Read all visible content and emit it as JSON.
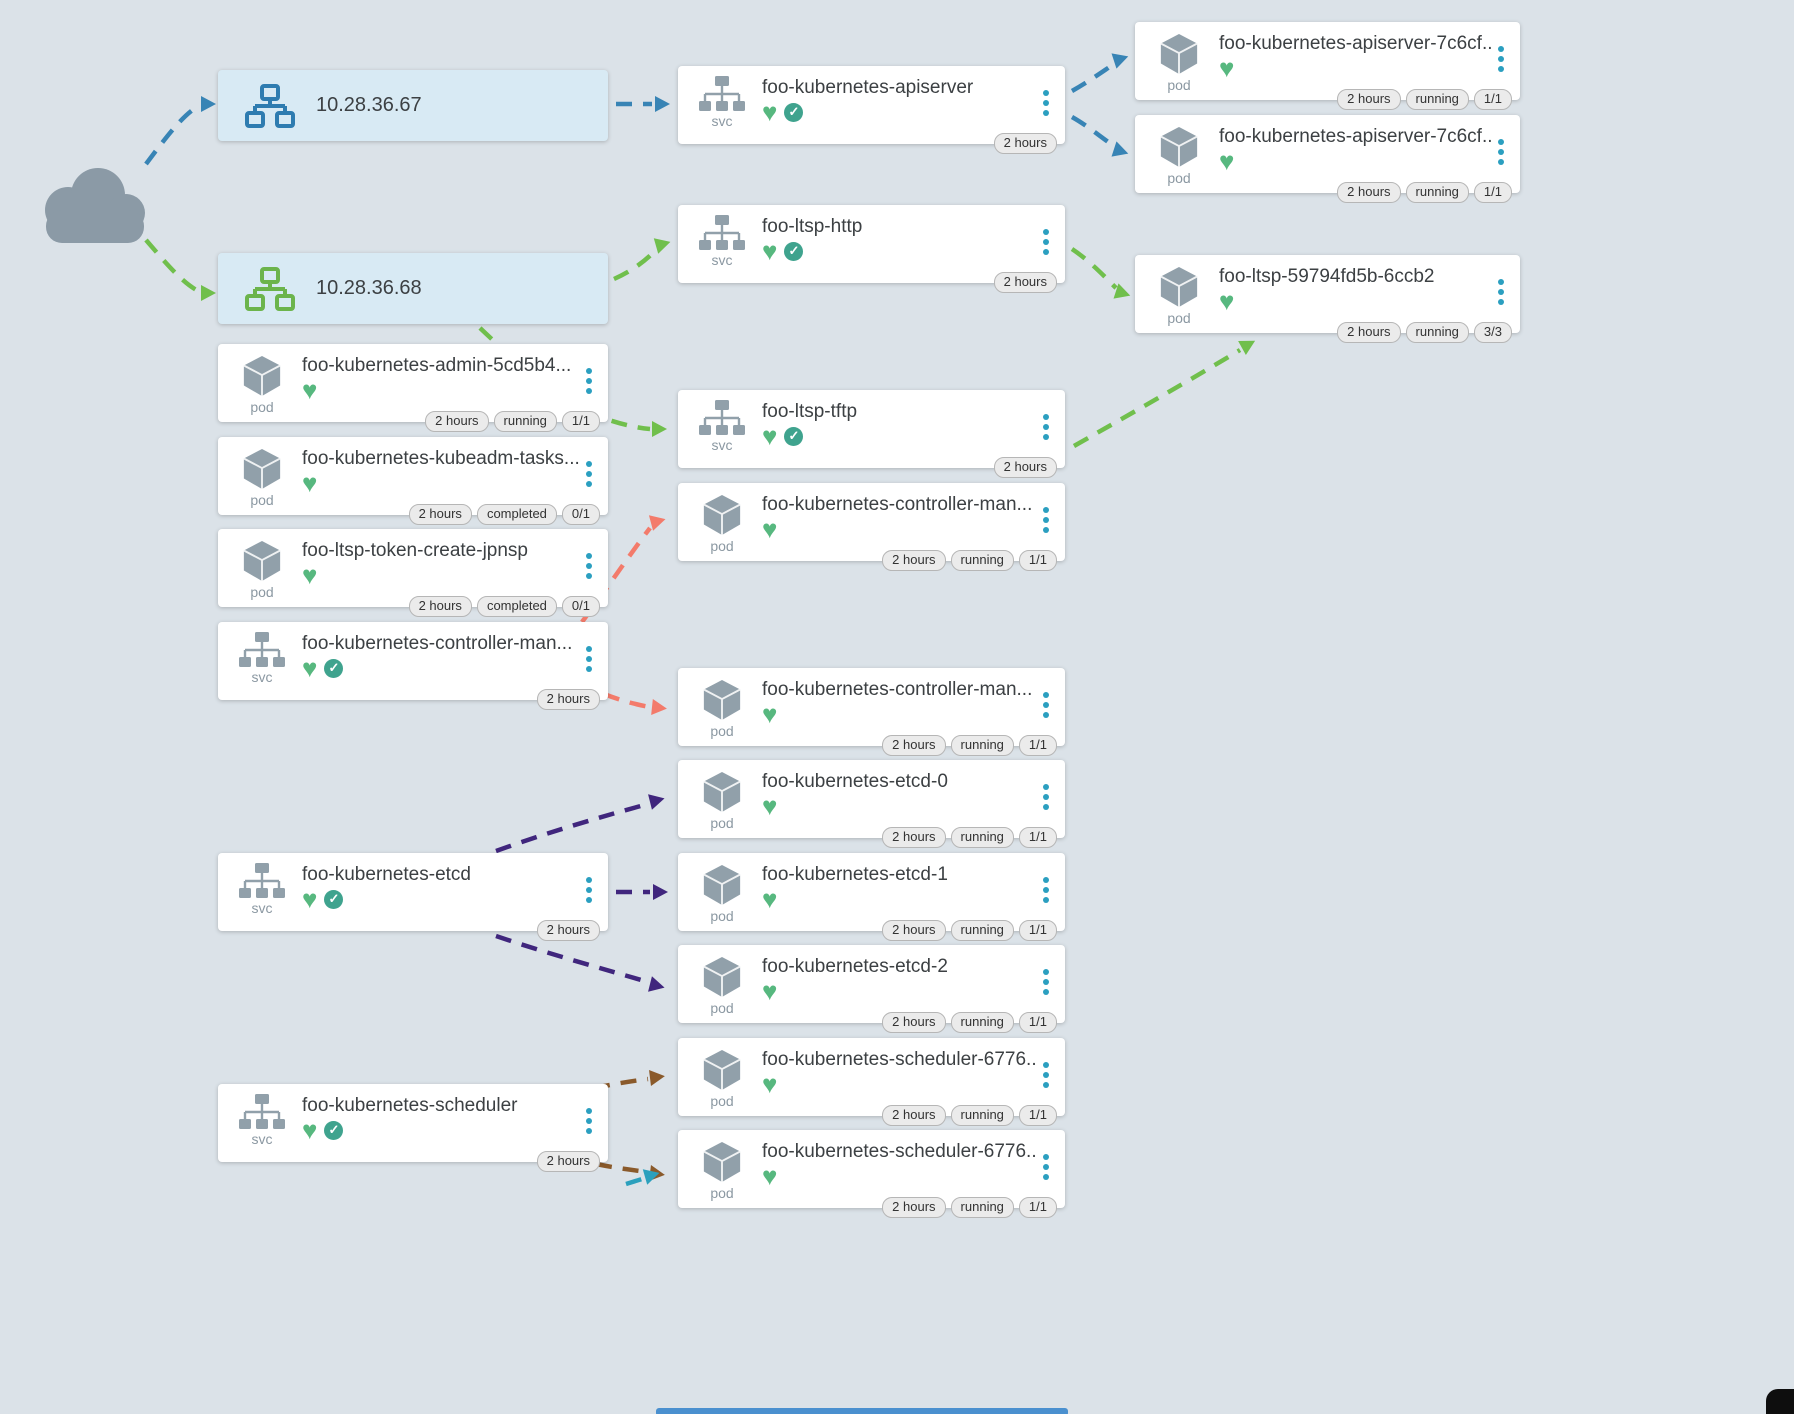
{
  "labels": {
    "svc": "svc",
    "pod": "pod"
  },
  "icons": {
    "heart": "♥",
    "check": "✓"
  },
  "colors": {
    "edge_blue": "#3884b5",
    "edge_green": "#70bf4c",
    "edge_red": "#f37b6b",
    "edge_purple": "#40267d",
    "edge_brown": "#8a5a2b",
    "edge_teal": "#2ba0bd",
    "heart_green": "#57b87f",
    "check_teal": "#3fa38e",
    "kebab_teal": "#2b9fc0",
    "node_icon_blue": "#2e7cb0",
    "node_icon_green": "#6cb44c",
    "gray_icon": "#91a0aa",
    "partial_card_blue": "#4a90cf"
  },
  "nodes": [
    {
      "label": "10.28.36.67"
    },
    {
      "label": "10.28.36.68"
    }
  ],
  "services": [
    {
      "name": "foo-kubernetes-apiserver",
      "age": "2 hours"
    },
    {
      "name": "foo-ltsp-http",
      "age": "2 hours"
    },
    {
      "name": "foo-ltsp-tftp",
      "age": "2 hours"
    },
    {
      "name": "foo-kubernetes-controller-man...",
      "age": "2 hours"
    },
    {
      "name": "foo-kubernetes-etcd",
      "age": "2 hours"
    },
    {
      "name": "foo-kubernetes-scheduler",
      "age": "2 hours"
    }
  ],
  "pods": [
    {
      "name": "foo-kubernetes-apiserver-7c6cf...",
      "age": "2 hours",
      "status": "running",
      "ready": "1/1"
    },
    {
      "name": "foo-kubernetes-apiserver-7c6cf...",
      "age": "2 hours",
      "status": "running",
      "ready": "1/1"
    },
    {
      "name": "foo-ltsp-59794fd5b-6ccb2",
      "age": "2 hours",
      "status": "running",
      "ready": "3/3"
    },
    {
      "name": "foo-kubernetes-admin-5cd5b4...",
      "age": "2 hours",
      "status": "running",
      "ready": "1/1"
    },
    {
      "name": "foo-kubernetes-kubeadm-tasks...",
      "age": "2 hours",
      "status": "completed",
      "ready": "0/1"
    },
    {
      "name": "foo-ltsp-token-create-jpnsp",
      "age": "2 hours",
      "status": "completed",
      "ready": "0/1"
    },
    {
      "name": "foo-kubernetes-controller-man...",
      "age": "2 hours",
      "status": "running",
      "ready": "1/1"
    },
    {
      "name": "foo-kubernetes-controller-man...",
      "age": "2 hours",
      "status": "running",
      "ready": "1/1"
    },
    {
      "name": "foo-kubernetes-etcd-0",
      "age": "2 hours",
      "status": "running",
      "ready": "1/1"
    },
    {
      "name": "foo-kubernetes-etcd-1",
      "age": "2 hours",
      "status": "running",
      "ready": "1/1"
    },
    {
      "name": "foo-kubernetes-etcd-2",
      "age": "2 hours",
      "status": "running",
      "ready": "1/1"
    },
    {
      "name": "foo-kubernetes-scheduler-6776...",
      "age": "2 hours",
      "status": "running",
      "ready": "1/1"
    },
    {
      "name": "foo-kubernetes-scheduler-6776...",
      "age": "2 hours",
      "status": "running",
      "ready": "1/1"
    }
  ]
}
